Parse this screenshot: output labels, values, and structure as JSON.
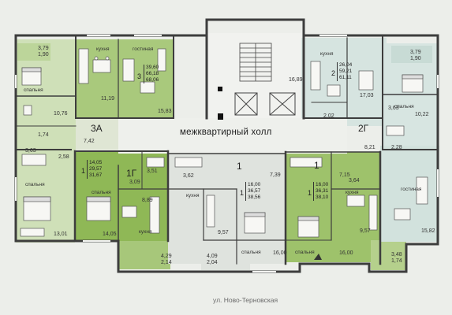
{
  "hall": "межквартирный холл",
  "street": "ул. Ново-Терновская",
  "apartments": {
    "apt_3a": {
      "label": "3А",
      "no": "3",
      "totals": [
        "39,60",
        "66,18",
        "68,06"
      ]
    },
    "apt_1g": {
      "label": "1Г",
      "no": "1",
      "totals": [
        "14,05",
        "29,57",
        "31,67"
      ]
    },
    "apt_1_center": {
      "label": "1",
      "no": "1",
      "totals": [
        "16,00",
        "36,57",
        "38,56"
      ]
    },
    "apt_1_green": {
      "label": "1",
      "no": "1",
      "totals": [
        "16,00",
        "36,31",
        "38,10"
      ]
    },
    "apt_2g": {
      "label": "2Г",
      "no": "2",
      "totals": [
        "26,04",
        "59,21",
        "61,11"
      ]
    }
  },
  "rooms": {
    "kitchen": "кухня",
    "living": "гостиная",
    "bedroom": "спальня"
  },
  "areas": {
    "a3a_balc_top": [
      "3,79",
      "1,90"
    ],
    "a3a_bed_top": "10,76",
    "a3a_kitchen": "11,19",
    "a3a_living": "15,83",
    "a3a_bath": "3,63",
    "a3a_wc": "1,74",
    "a3a_hall": "7,42",
    "a3a_corr": "2,58",
    "a3a_bed_bottom": "13,01",
    "a1g_hall": "3,51",
    "a1g_bath": "3,09",
    "a1g_bed": "14,05",
    "a1g_kitchen": "8,89",
    "a1g_balc": [
      "4,29",
      "2,14"
    ],
    "c1_bath": "3,62",
    "c1_hall": "7,39",
    "c1_kitchen": "9,57",
    "c1_bed": "16,00",
    "c1_balc": [
      "4,09",
      "2,04"
    ],
    "g1_hall": "7,15",
    "g1_bath": "3,64",
    "g1_kitchen": "9,57",
    "g1_bed": "16,00",
    "g1_balc": [
      "3,48",
      "1,74"
    ],
    "stair_hall": "16,89",
    "a2g_kitchen": "17,03",
    "a2g_wc": "2,02",
    "a2g_bath": "3,63",
    "a2g_balc_top": [
      "3,79",
      "1,90"
    ],
    "a2g_bed": "10,22",
    "a2g_hall": "8,21",
    "a2g_corr": "2,28",
    "a2g_living": "15,82"
  },
  "colors": {
    "wall": "#3d3d3d",
    "apt_grey": "#dde2dc",
    "apt_green_light": "#bfd8a0",
    "apt_green": "#9fc26a",
    "apt_green_dark": "#8db553",
    "apt_teal": "#d9e6e2",
    "core": "#eef0ec"
  }
}
